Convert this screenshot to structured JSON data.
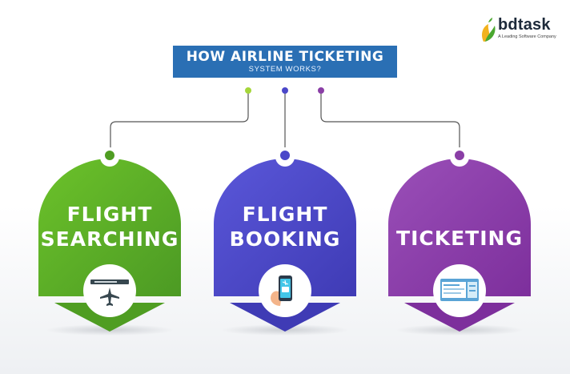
{
  "title": {
    "line1": "HOW AIRLINE TICKETING",
    "line2": "SYSTEM WORKS?"
  },
  "logo": {
    "name": "bdtask",
    "tagline": "A Leading Software Company"
  },
  "steps": [
    {
      "line1": "FLIGHT",
      "line2": "SEARCHING",
      "icon": "airplane-search-icon",
      "color": "#5aad2a"
    },
    {
      "line1": "FLIGHT",
      "line2": "BOOKING",
      "icon": "mobile-booking-icon",
      "color": "#4b47c9"
    },
    {
      "line1": "TICKETING",
      "line2": "",
      "icon": "ticket-icon",
      "color": "#8a3ea6"
    }
  ],
  "colors": {
    "title_bg": "#2a6fb4",
    "green": "#5aad2a",
    "blue": "#4b47c9",
    "purple": "#8a3ea6",
    "connector": "#555555"
  }
}
